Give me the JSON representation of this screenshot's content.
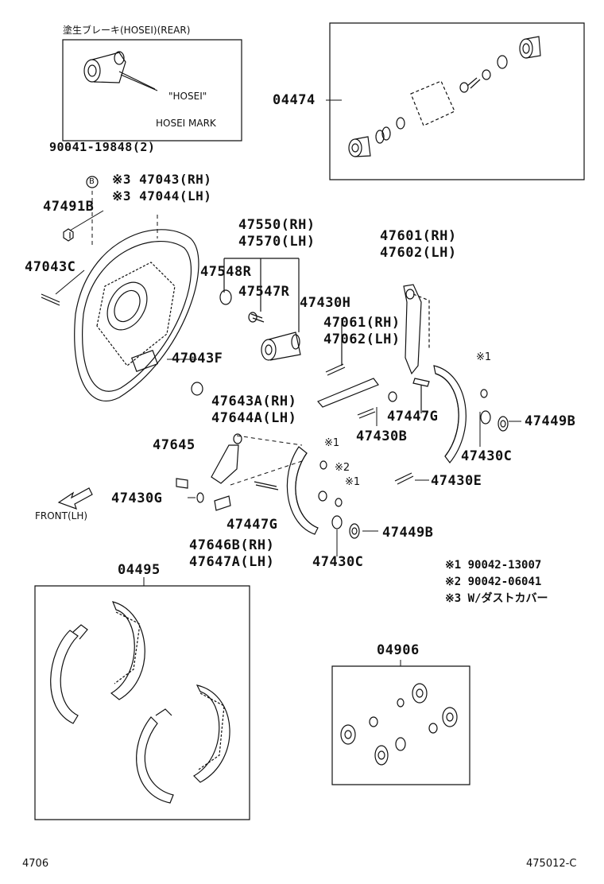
{
  "hosei_box": {
    "title": "塗生ブレーキ(HOSEI)(REAR)",
    "quote_label": "\"HOSEI\"",
    "mark_label": "HOSEI MARK"
  },
  "parts": {
    "p04474": "04474",
    "p90041": "90041-19848(2)",
    "pB": "B",
    "p47043rh": "※3 47043(RH)",
    "p47044lh": "※3 47044(LH)",
    "p47491b": "47491B",
    "p47043c": "47043C",
    "p47550": "47550(RH)",
    "p47570": "47570(LH)",
    "p47548r": "47548R",
    "p47547r": "47547R",
    "p47430h": "47430H",
    "p47601": "47601(RH)",
    "p47602": "47602(LH)",
    "p47061": "47061(RH)",
    "p47062": "47062(LH)",
    "p47043f": "47043F",
    "p47643a": "47643A(RH)",
    "p47644a": "47644A(LH)",
    "p47447g_r": "47447G",
    "p47449b_r": "47449B",
    "p47430b": "47430B",
    "p47430c_r": "47430C",
    "p47645": "47645",
    "p47430g": "47430G",
    "p47430e": "47430E",
    "p47447g_l": "47447G",
    "p47449b_l": "47449B",
    "p47646b": "47646B(RH)",
    "p47647a": "47647A(LH)",
    "p47430c_l": "47430C",
    "p04495": "04495",
    "p04906": "04906"
  },
  "marks": {
    "x1a": "※1",
    "x1b": "※1",
    "x1c": "※1",
    "x2": "※2"
  },
  "front_label": "FRONT(LH)",
  "notes": [
    "※1 90042-13007",
    "※2 90042-06041",
    "※3 W/ダストカバー"
  ],
  "footer": {
    "left": "4706",
    "right": "475012-C"
  }
}
